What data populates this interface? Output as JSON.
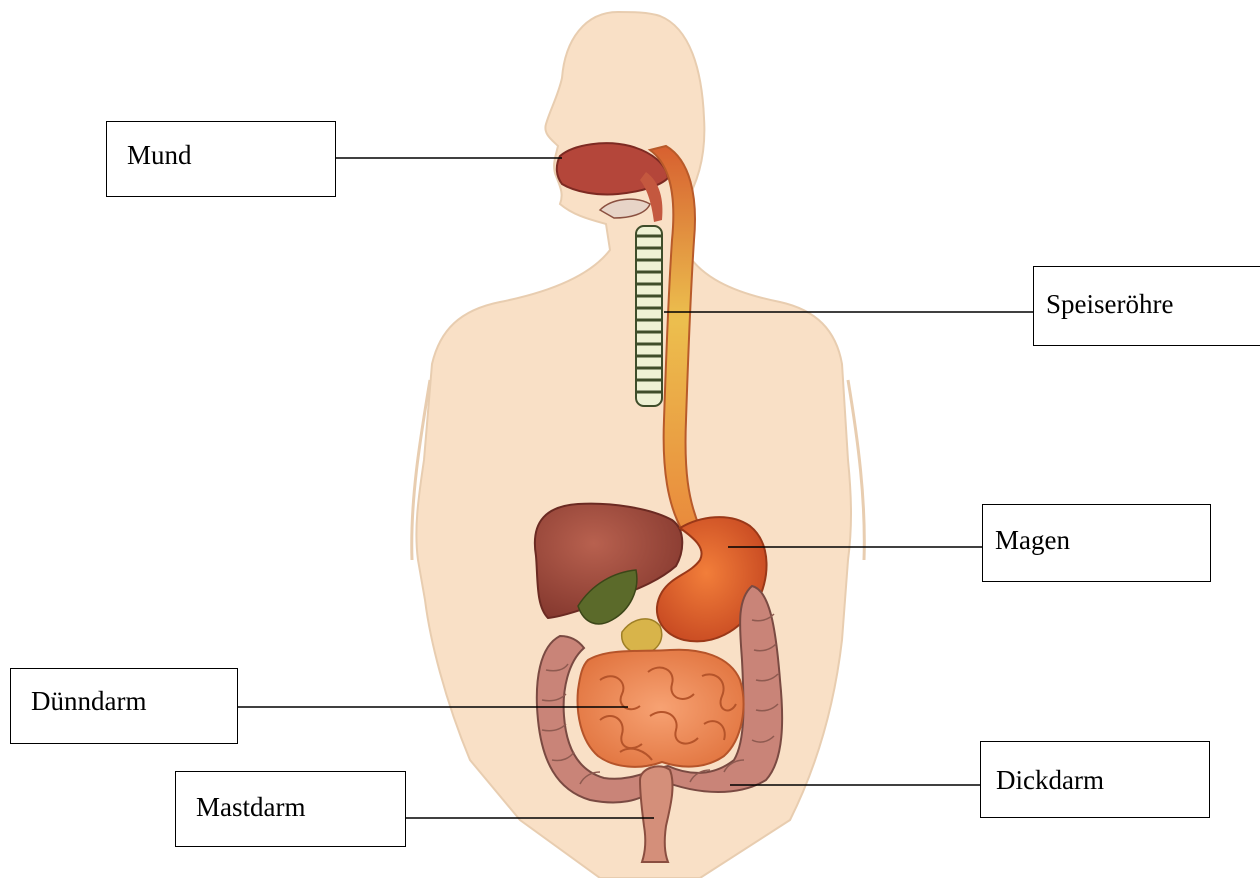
{
  "labels": {
    "mund": "Mund",
    "speiseroehre": "Speiseröhre",
    "magen": "Magen",
    "duenndarm": "Dünndarm",
    "dickdarm": "Dickdarm",
    "mastdarm": "Mastdarm"
  },
  "colors": {
    "skin": "#f9e0c6",
    "skin_outline": "#e4c3a1",
    "mouth": "#b4463a",
    "esophagus": "#e9b24a",
    "trachea_rings": "#3f4d2a",
    "liver": "#9e4a3c",
    "stomach": "#e06a30",
    "gallbladder": "#5b6a2a",
    "pancreas": "#d8b44a",
    "small_intestine": "#f08a55",
    "large_intestine": "#c98478",
    "rectum": "#d48f7a",
    "leader_line": "#000000"
  }
}
